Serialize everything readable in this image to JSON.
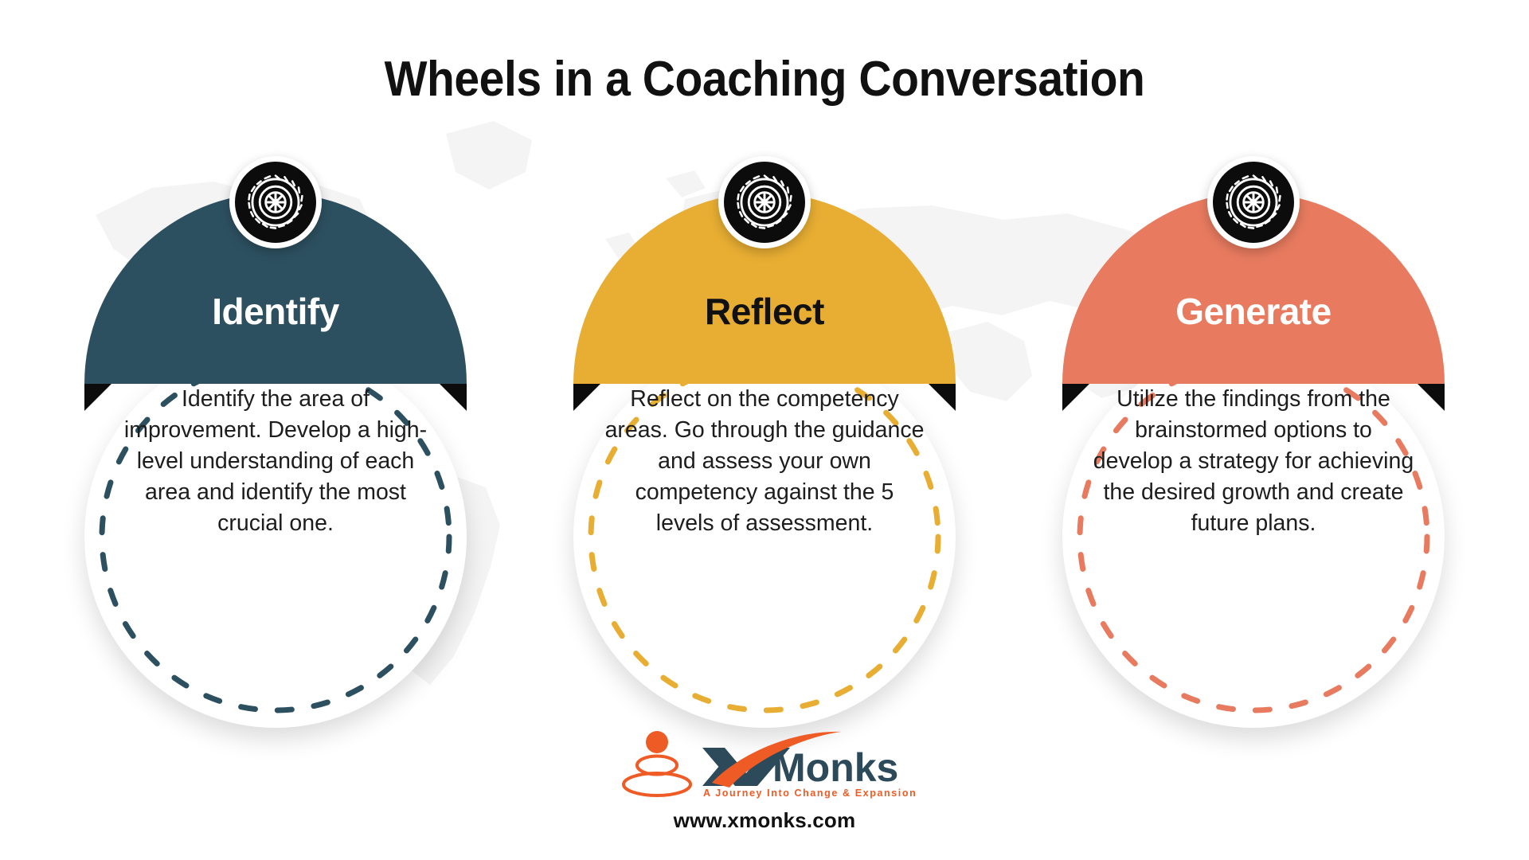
{
  "page": {
    "title": "Wheels in a Coaching Conversation",
    "background_watermark": "world-map",
    "background_color": "#ffffff"
  },
  "cards": [
    {
      "id": "identify",
      "label": "Identify",
      "label_color": "#ffffff",
      "accent_color": "#2D5060",
      "icon": "wheel-icon",
      "body": "Identify the area of improvement. Develop a high-level understanding of each area and identify the most crucial one."
    },
    {
      "id": "reflect",
      "label": "Reflect",
      "label_color": "#111111",
      "accent_color": "#E8AE33",
      "icon": "wheel-icon",
      "body": "Reflect on the competency areas. Go through the guidance and assess your own competency against the 5 levels of assessment."
    },
    {
      "id": "generate",
      "label": "Generate",
      "label_color": "#ffffff",
      "accent_color": "#E87B5F",
      "icon": "wheel-icon",
      "body": "Utilize the findings from the brainstormed options to develop a strategy for achieving the desired growth and create future plans."
    }
  ],
  "footer": {
    "brand_x": "X",
    "brand_name": "Monks",
    "tagline": "A Journey Into Change & Expansion",
    "website": "www.xmonks.com",
    "brand_orange": "#EE5B25",
    "brand_navy": "#2C4A5A"
  }
}
